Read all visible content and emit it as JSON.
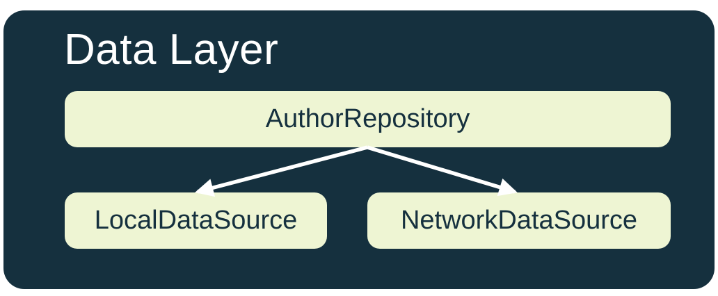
{
  "diagram": {
    "title": "Data Layer",
    "nodes": [
      {
        "id": "repository",
        "label": "AuthorRepository"
      },
      {
        "id": "local",
        "label": "LocalDataSource"
      },
      {
        "id": "network",
        "label": "NetworkDataSource"
      }
    ],
    "edges": [
      {
        "from": "AuthorRepository",
        "to": "LocalDataSource"
      },
      {
        "from": "AuthorRepository",
        "to": "NetworkDataSource"
      }
    ],
    "colors": {
      "panel_bg": "#15303E",
      "node_fill": "#EEF5D3",
      "title_text": "#FFFFFF",
      "node_text": "#15303E",
      "arrow": "#FFFFFF",
      "page_bg": "#FFFFFF"
    }
  }
}
